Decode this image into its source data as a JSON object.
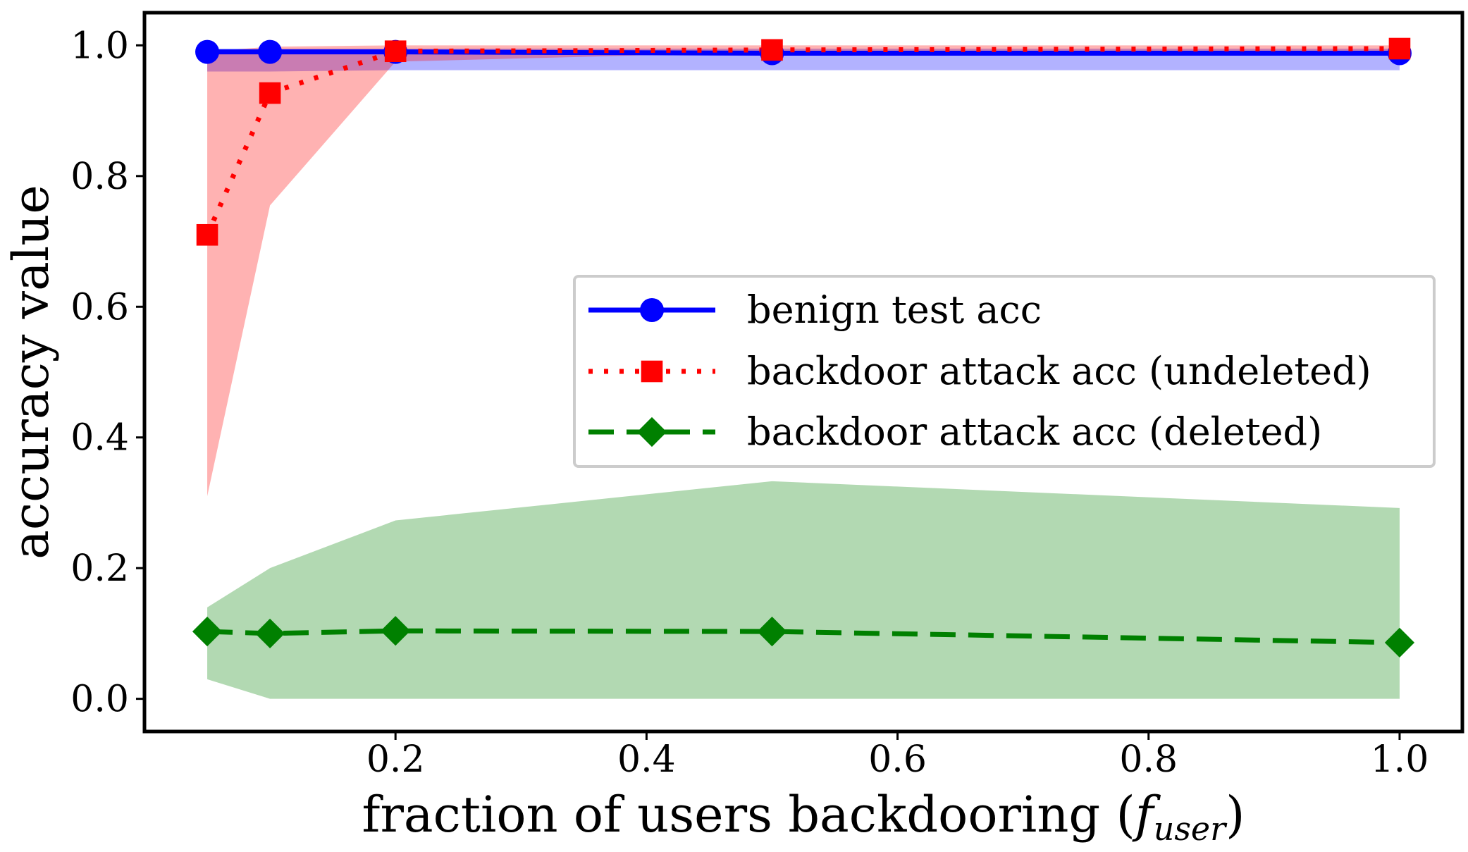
{
  "chart_data": {
    "type": "line",
    "title": "",
    "xlabel": "fraction of users backdooring (",
    "xlabel_math": "f",
    "xlabel_sub": "user",
    "xlabel_close": ")",
    "ylabel": "accuracy value",
    "xlim": [
      0.0,
      1.05
    ],
    "ylim": [
      -0.05,
      1.05
    ],
    "xticks": [
      0.2,
      0.4,
      0.6,
      0.8,
      1.0
    ],
    "xtick_labels": [
      "0.2",
      "0.4",
      "0.6",
      "0.8",
      "1.0"
    ],
    "yticks": [
      0.0,
      0.2,
      0.4,
      0.6,
      0.8,
      1.0
    ],
    "ytick_labels": [
      "0.0",
      "0.2",
      "0.4",
      "0.6",
      "0.8",
      "1.0"
    ],
    "grid": false,
    "legend_position": "center-right",
    "x": [
      0.05,
      0.1,
      0.2,
      0.5,
      1.0
    ],
    "series": [
      {
        "name": "benign test acc",
        "values": [
          0.99,
          0.99,
          0.99,
          0.988,
          0.988
        ],
        "band_low": [
          0.96,
          0.96,
          0.962,
          0.962,
          0.962
        ],
        "band_high": [
          0.995,
          0.995,
          0.995,
          0.995,
          0.995
        ],
        "color": "#0000ff",
        "band_color": "#0000ff",
        "band_opacity": 0.3,
        "line_style": "solid",
        "marker": "circle"
      },
      {
        "name": "backdoor attack acc (undeleted)",
        "values": [
          0.71,
          0.927,
          0.991,
          0.993,
          0.995
        ],
        "band_low": [
          0.31,
          0.755,
          0.975,
          0.99,
          0.99
        ],
        "band_high": [
          0.99,
          0.998,
          1.0,
          1.0,
          1.0
        ],
        "color": "#ff0000",
        "band_color": "#ff0000",
        "band_opacity": 0.3,
        "line_style": "dotted",
        "marker": "square"
      },
      {
        "name": "backdoor attack acc (deleted)",
        "values": [
          0.103,
          0.1,
          0.104,
          0.103,
          0.086
        ],
        "band_low": [
          0.03,
          0.0,
          0.0,
          0.0,
          0.0
        ],
        "band_high": [
          0.14,
          0.2,
          0.273,
          0.333,
          0.292
        ],
        "color": "#008000",
        "band_color": "#008000",
        "band_opacity": 0.3,
        "line_style": "dashed",
        "marker": "diamond"
      }
    ]
  }
}
